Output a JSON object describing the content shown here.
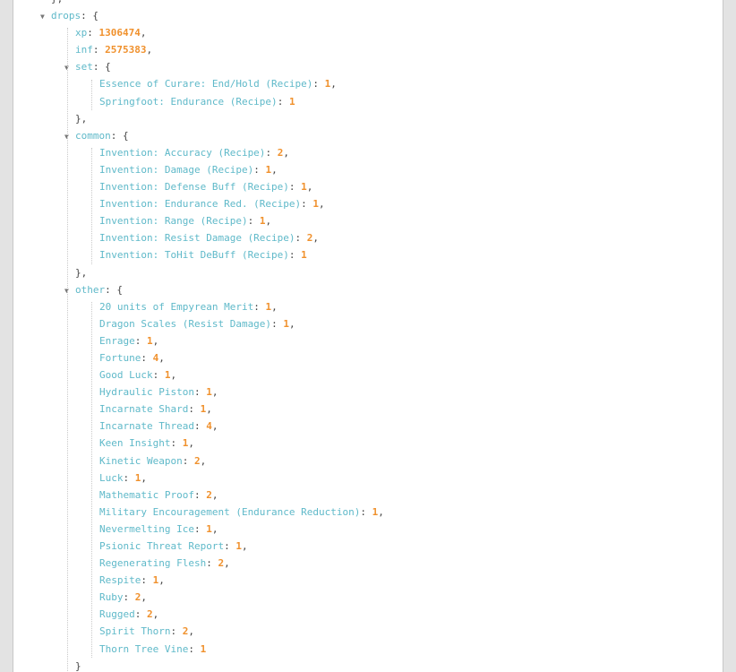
{
  "tree": {
    "top_close": "},",
    "drops": {
      "key": "drops",
      "fields": [
        {
          "key": "xp",
          "value": "1306474"
        },
        {
          "key": "inf",
          "value": "2575383"
        }
      ],
      "sections": [
        {
          "key": "set",
          "items": [
            {
              "key": "Essence of Curare: End/Hold (Recipe)",
              "value": "1"
            },
            {
              "key": "Springfoot: Endurance (Recipe)",
              "value": "1"
            }
          ]
        },
        {
          "key": "common",
          "items": [
            {
              "key": "Invention: Accuracy (Recipe)",
              "value": "2"
            },
            {
              "key": "Invention: Damage (Recipe)",
              "value": "1"
            },
            {
              "key": "Invention: Defense Buff (Recipe)",
              "value": "1"
            },
            {
              "key": "Invention: Endurance Red. (Recipe)",
              "value": "1"
            },
            {
              "key": "Invention: Range (Recipe)",
              "value": "1"
            },
            {
              "key": "Invention: Resist Damage (Recipe)",
              "value": "2"
            },
            {
              "key": "Invention: ToHit DeBuff (Recipe)",
              "value": "1"
            }
          ]
        },
        {
          "key": "other",
          "items": [
            {
              "key": "20 units of Empyrean Merit",
              "value": "1"
            },
            {
              "key": "Dragon Scales (Resist Damage)",
              "value": "1"
            },
            {
              "key": "Enrage",
              "value": "1"
            },
            {
              "key": "Fortune",
              "value": "4"
            },
            {
              "key": "Good Luck",
              "value": "1"
            },
            {
              "key": "Hydraulic Piston",
              "value": "1"
            },
            {
              "key": "Incarnate Shard",
              "value": "1"
            },
            {
              "key": "Incarnate Thread",
              "value": "4"
            },
            {
              "key": "Keen Insight",
              "value": "1"
            },
            {
              "key": "Kinetic Weapon",
              "value": "2"
            },
            {
              "key": "Luck",
              "value": "1"
            },
            {
              "key": "Mathematic Proof",
              "value": "2"
            },
            {
              "key": "Military Encouragement (Endurance Reduction)",
              "value": "1"
            },
            {
              "key": "Nevermelting Ice",
              "value": "1"
            },
            {
              "key": "Psionic Threat Report",
              "value": "1"
            },
            {
              "key": "Regenerating Flesh",
              "value": "2"
            },
            {
              "key": "Respite",
              "value": "1"
            },
            {
              "key": "Ruby",
              "value": "2"
            },
            {
              "key": "Rugged",
              "value": "2"
            },
            {
              "key": "Spirit Thorn",
              "value": "2"
            },
            {
              "key": "Thorn Tree Vine",
              "value": "1"
            }
          ]
        }
      ]
    }
  },
  "colors": {
    "key": "#5fb9c9",
    "number": "#f0912d",
    "punctuation": "#444444"
  },
  "icons": {
    "toggle": "triangle-down-icon"
  }
}
